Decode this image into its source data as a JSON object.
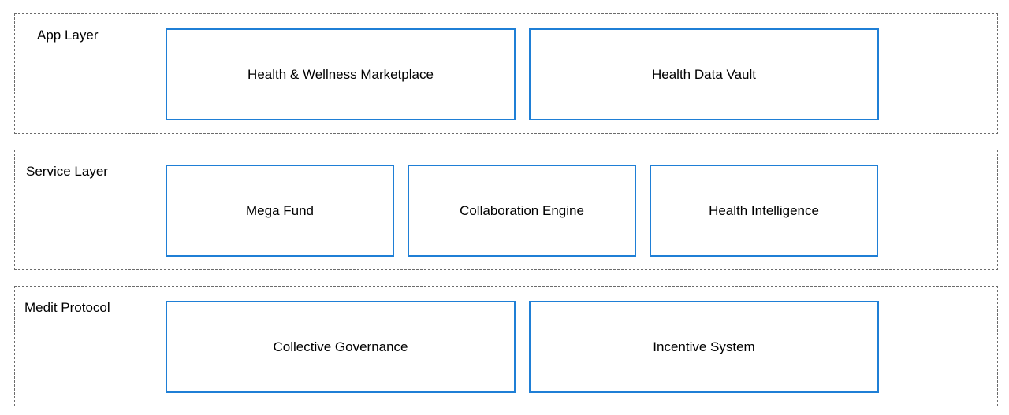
{
  "layers": [
    {
      "label": "App Layer",
      "components": [
        "Health & Wellness Marketplace",
        "Health Data Vault"
      ]
    },
    {
      "label": "Service Layer",
      "components": [
        "Mega Fund",
        "Collaboration Engine",
        "Health Intelligence"
      ]
    },
    {
      "label": "Medit Protocol",
      "components": [
        "Collective Governance",
        "Incentive System"
      ]
    }
  ],
  "colors": {
    "box_border": "#1f7fd6",
    "layer_border": "#6b6b6b"
  }
}
